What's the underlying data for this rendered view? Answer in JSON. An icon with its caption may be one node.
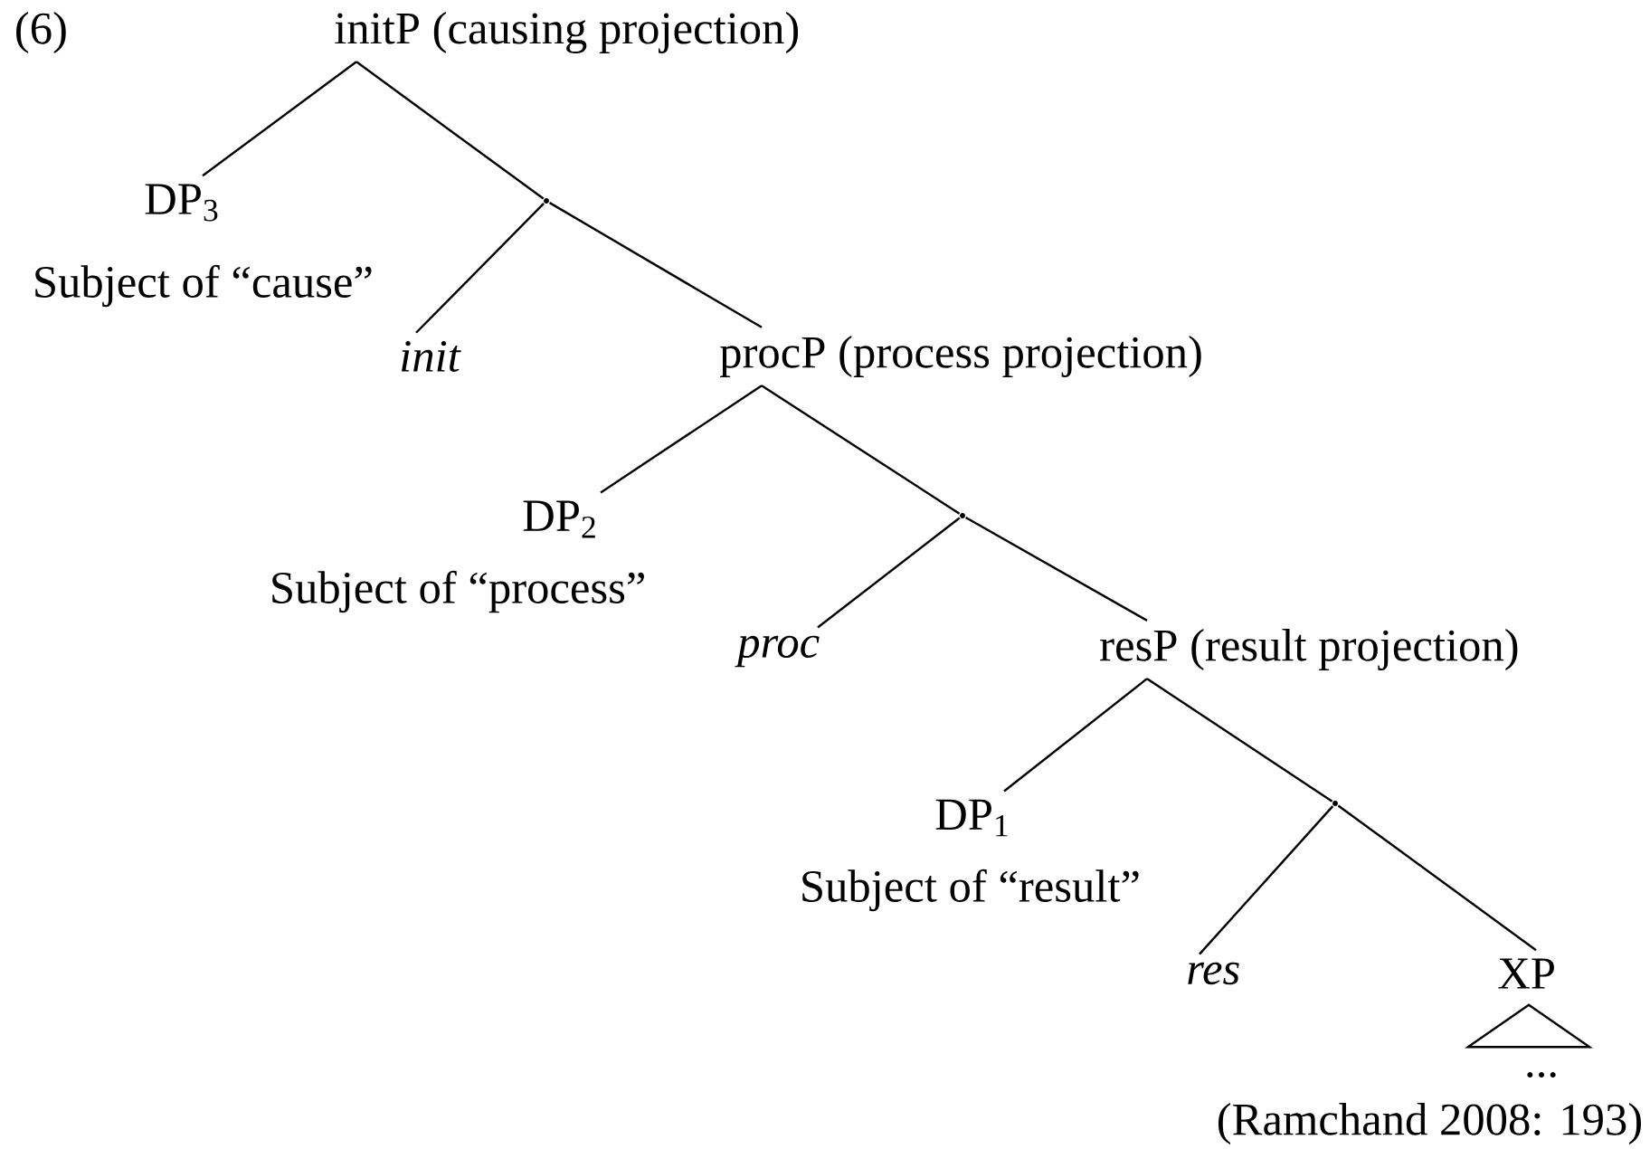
{
  "diagram": {
    "caption": "(Ramchand 2008: 193)",
    "nodes": [
      {
        "text": [
          "initP (causing projection)"
        ]
      },
      {
        "text": [
          "DP$_{3}$"
        ],
        "beside": [
          "Subject of “cause”"
        ]
      },
      {
        "text": [],
        "shape": "point"
      },
      {
        "text": [
          "*init*"
        ]
      },
      {
        "text": [
          "procP (process projection)"
        ]
      },
      {
        "text": [
          "DP$_{2}$"
        ],
        "beside": [
          "Subject of “process”"
        ]
      },
      {
        "text": [],
        "shape": "point"
      },
      {
        "text": [
          "*proc*"
        ]
      },
      {
        "text": [
          "resP (result projection)"
        ]
      },
      {
        "text": [
          "DP$_{1}$"
        ],
        "beside": [
          "Subject of “result”"
        ]
      },
      {
        "text": [],
        "shape": "point"
      },
      {
        "text": [
          "*res*"
        ]
      },
      {
        "text": [
          "XP"
        ]
      },
      {
        "text": [],
        "shape": "triangle",
        "beside": [
          "..."
        ]
      }
    ],
    "edges": [
      {
        "from": 0,
        "to": 1,
        "arrow": "none"
      },
      {
        "from": 0,
        "to": 2,
        "arrow": "none"
      },
      {
        "from": 2,
        "to": 3,
        "arrow": "none"
      },
      {
        "from": 2,
        "to": 4,
        "arrow": "none"
      },
      {
        "from": 4,
        "to": 5,
        "arrow": "none"
      },
      {
        "from": 4,
        "to": 6,
        "arrow": "none"
      },
      {
        "from": 6,
        "to": 7,
        "arrow": "none"
      },
      {
        "from": 6,
        "to": 8,
        "arrow": "none"
      },
      {
        "from": 8,
        "to": 9,
        "arrow": "none"
      },
      {
        "from": 8,
        "to": 10,
        "arrow": "none"
      },
      {
        "from": 10,
        "to": 11,
        "arrow": "none"
      },
      {
        "from": 10,
        "to": 12,
        "arrow": "none"
      }
    ],
    "labels": [
      "(6)"
    ]
  }
}
